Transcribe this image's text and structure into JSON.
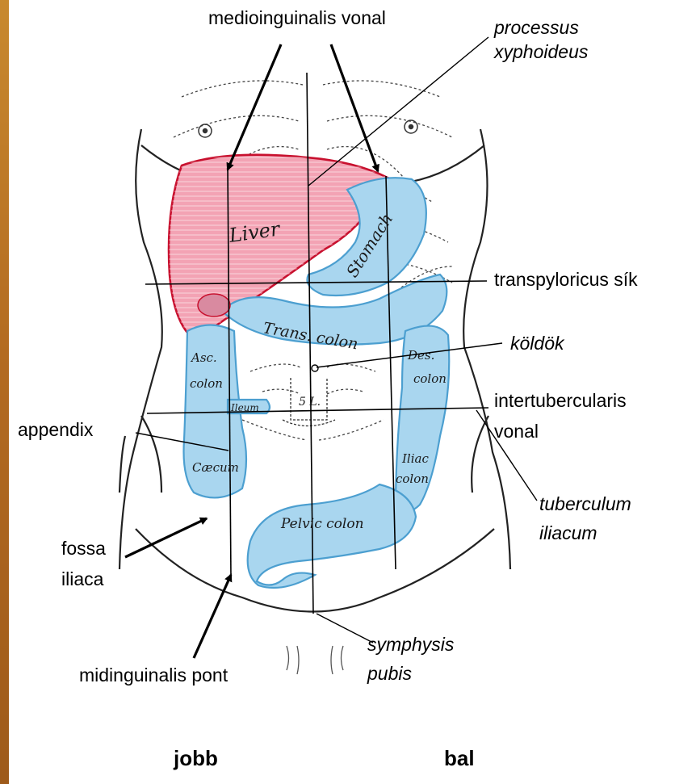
{
  "labels": {
    "medioinguinalis": "medioinguinalis vonal",
    "processus_1": "processus",
    "processus_2": "xyphoideus",
    "transpyloricus": "transpyloricus sík",
    "koldok": "köldök",
    "intertubercularis_1": "intertubercularis",
    "intertubercularis_2": "vonal",
    "appendix": "appendix",
    "tuberculum_1": "tuberculum",
    "tuberculum_2": "iliacum",
    "fossa_1": "fossa",
    "fossa_2": "iliaca",
    "symphysis_1": "symphysis",
    "symphysis_2": "pubis",
    "midinguinalis": "midinguinalis pont",
    "jobb": "jobb",
    "bal": "bal"
  },
  "organ_labels": {
    "liver": "Liver",
    "stomach": "Stomach",
    "trans_colon": "Trans. colon",
    "asc_colon_1": "Asc.",
    "asc_colon_2": "colon",
    "des_colon_1": "Des.",
    "des_colon_2": "colon",
    "ileum": "Ileum",
    "caecum": "Cæcum",
    "iliac_colon_1": "Iliac",
    "iliac_colon_2": "colon",
    "pelvic_colon": "Pelvic colon",
    "vertebra": "5 L."
  },
  "colors": {
    "liver_fill": "#f3a3b4",
    "liver_stroke": "#c8102e",
    "intestine_fill": "#a9d6ef",
    "intestine_stroke": "#4c9fd0",
    "line": "#000000",
    "side_strip": "#b36b21"
  }
}
